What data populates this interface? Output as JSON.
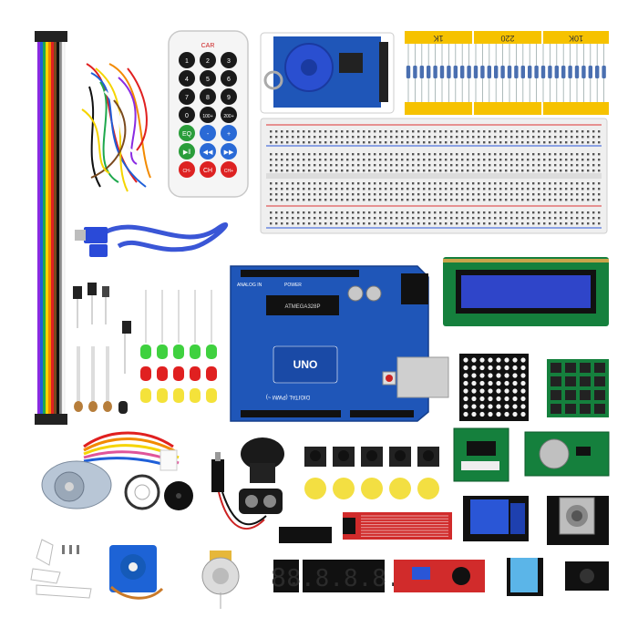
{
  "image": {
    "subject": "Arduino starter kit components",
    "background_color": "#ffffff"
  },
  "resistor_tape_labels": [
    "1K",
    "220",
    "10K"
  ],
  "remote_keys": [
    [
      "1",
      "2",
      "3"
    ],
    [
      "4",
      "5",
      "6"
    ],
    [
      "7",
      "8",
      "9"
    ],
    [
      "0",
      "100+",
      "200+"
    ],
    [
      "EQ",
      "-",
      "+"
    ],
    [
      "▶‖",
      "◀◀",
      "▶▶"
    ],
    [
      "CH-",
      "CH",
      "CH+"
    ]
  ],
  "arduino": {
    "board_label": "UNO",
    "chip_label": "ATMEGA328P",
    "side_text": "DIGITAL (PWM ~)",
    "power_label": "POWER",
    "analog_label": "ANALOG IN"
  },
  "seven_segment_display": "8.8.8.8.",
  "colors": {
    "pcb_blue": "#1f56b8",
    "pcb_green": "#15803d",
    "pcb_red": "#d12b2b",
    "breadboard": "#efefef",
    "tape": "#f6c200",
    "lcd_screen": "#2f45c9",
    "cap_yellow": "#f3df42"
  }
}
